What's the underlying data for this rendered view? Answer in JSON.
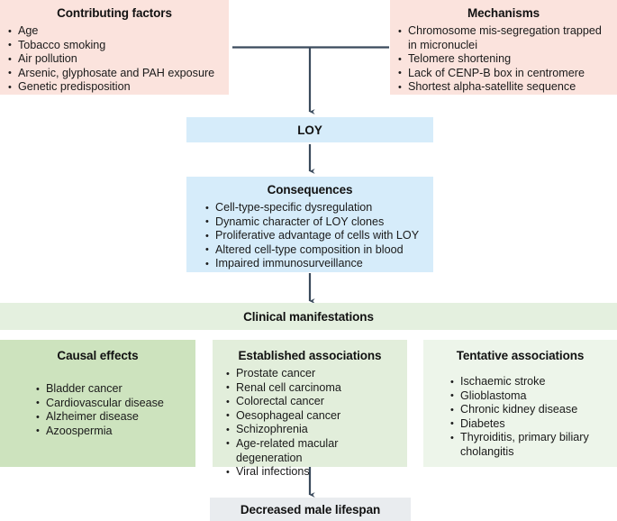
{
  "diagram": {
    "title": "LOY (loss of chromosome Y) pathway flowchart",
    "colors": {
      "pink": "#fbe3dd",
      "blue": "#d6ecfa",
      "banner_green": "#e4f0df",
      "column_green_dark": "#cde3be",
      "column_green_mid": "#e2eedb",
      "column_green_light": "#edf5ea",
      "grey": "#e9ecef",
      "connector": "#3a4a5c"
    }
  },
  "contributing_factors": {
    "title": "Contributing factors",
    "items": [
      "Age",
      "Tobacco smoking",
      "Air pollution",
      "Arsenic, glyphosate and PAH exposure",
      "Genetic predisposition"
    ]
  },
  "mechanisms": {
    "title": "Mechanisms",
    "items": [
      "Chromosome mis-segregation trapped in micronuclei",
      "Telomere shortening",
      "Lack of CENP-B box in centromere",
      "Shortest alpha-satellite sequence"
    ]
  },
  "loy": {
    "title": "LOY"
  },
  "consequences": {
    "title": "Consequences",
    "items": [
      "Cell-type-specific dysregulation",
      "Dynamic character of LOY clones",
      "Proliferative advantage of cells with LOY",
      "Altered cell-type composition in blood",
      "Impaired immunosurveillance"
    ]
  },
  "clinical_manifestations": {
    "title": "Clinical manifestations"
  },
  "causal_effects": {
    "title": "Causal effects",
    "items": [
      "Bladder cancer",
      "Cardiovascular disease",
      "Alzheimer disease",
      "Azoospermia"
    ]
  },
  "established_associations": {
    "title": "Established associations",
    "items": [
      "Prostate cancer",
      "Renal cell carcinoma",
      "Colorectal cancer",
      "Oesophageal cancer",
      "Schizophrenia",
      "Age-related macular degeneration",
      "Viral infections"
    ]
  },
  "tentative_associations": {
    "title": "Tentative associations",
    "items": [
      "Ischaemic stroke",
      "Glioblastoma",
      "Chronic kidney disease",
      "Diabetes",
      "Thyroiditis, primary biliary cholangitis"
    ]
  },
  "outcome": {
    "title": "Decreased male lifespan"
  }
}
